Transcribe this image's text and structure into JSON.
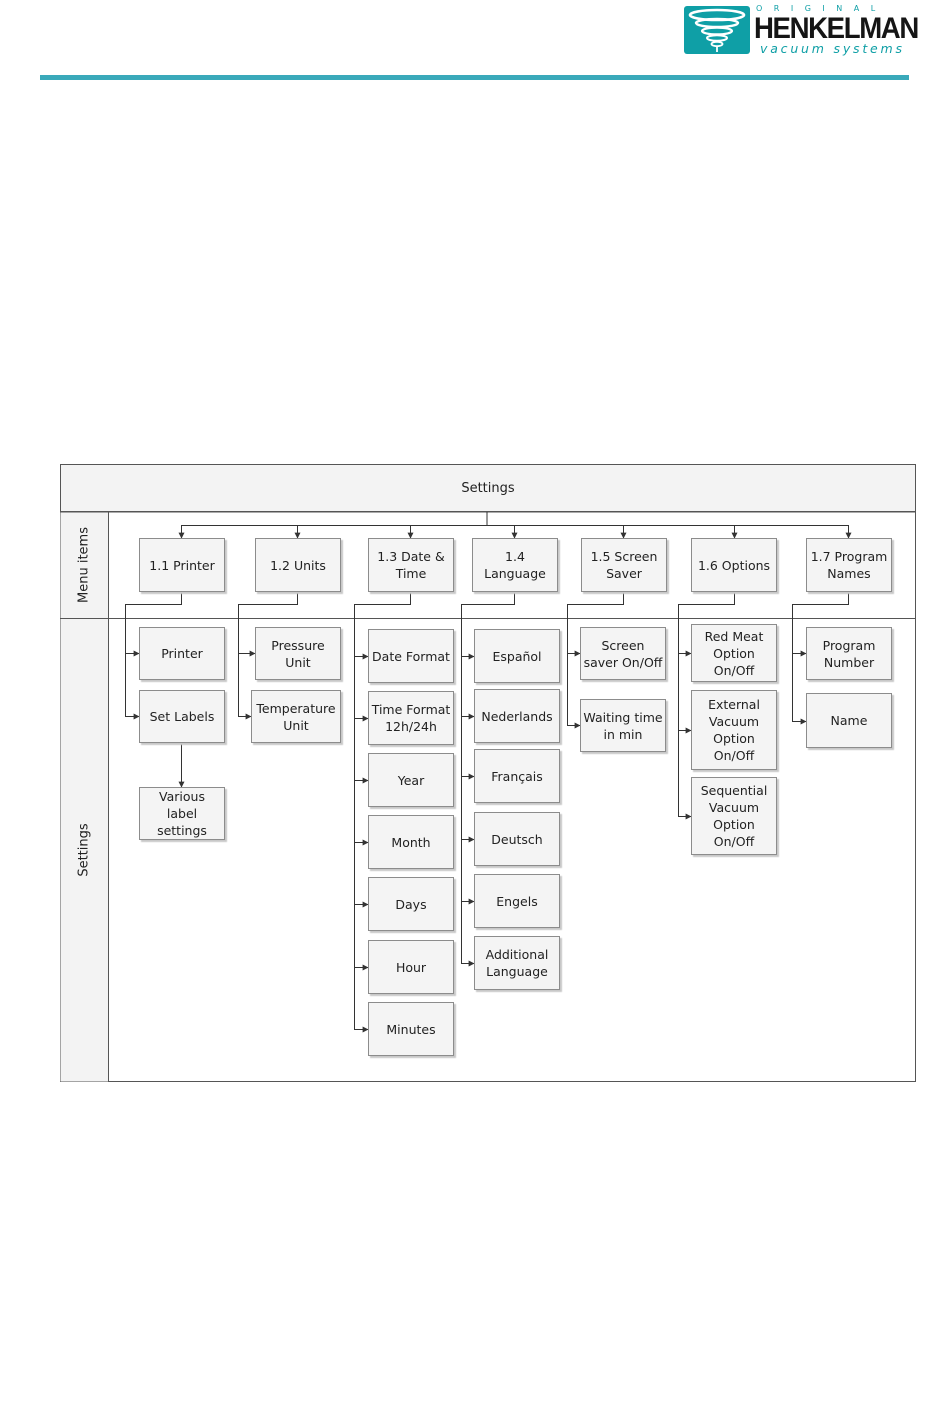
{
  "header": {
    "logo_top": "ORIGINAL",
    "logo_brand": "HENKELMAN",
    "logo_sub": "vacuum systems",
    "accent_color": "#3aa9ba",
    "logo_color": "#0f9fa6"
  },
  "diagram": {
    "title": "Settings",
    "lanes": {
      "menu": "Menu items",
      "settings": "Settings"
    },
    "menu_items": {
      "printer": "1.1 Printer",
      "units": "1.2 Units",
      "datetime": "1.3 Date & Time",
      "language": "1.4 Language",
      "screensaver": "1.5 Screen Saver",
      "options": "1.6 Options",
      "programs": "1.7 Program Names"
    },
    "settings": {
      "printer": {
        "printer": "Printer",
        "set_labels": "Set Labels",
        "various": "Various label settings"
      },
      "units": {
        "pressure": "Pressure Unit",
        "temperature": "Temperature Unit"
      },
      "datetime": {
        "date_format": "Date Format",
        "time_format": "Time Format 12h/24h",
        "year": "Year",
        "month": "Month",
        "days": "Days",
        "hour": "Hour",
        "minutes": "Minutes"
      },
      "language": {
        "es": "Español",
        "nl": "Nederlands",
        "fr": "Français",
        "de": "Deutsch",
        "en": "Engels",
        "additional": "Additional Language"
      },
      "screensaver": {
        "onoff": "Screen saver On/Off",
        "waiting": "Waiting time in min"
      },
      "options": {
        "red_meat": "Red Meat Option On/Off",
        "external": "External Vacuum Option On/Off",
        "sequential": "Sequential Vacuum Option On/Off"
      },
      "programs": {
        "number": "Program Number",
        "name": "Name"
      }
    }
  }
}
